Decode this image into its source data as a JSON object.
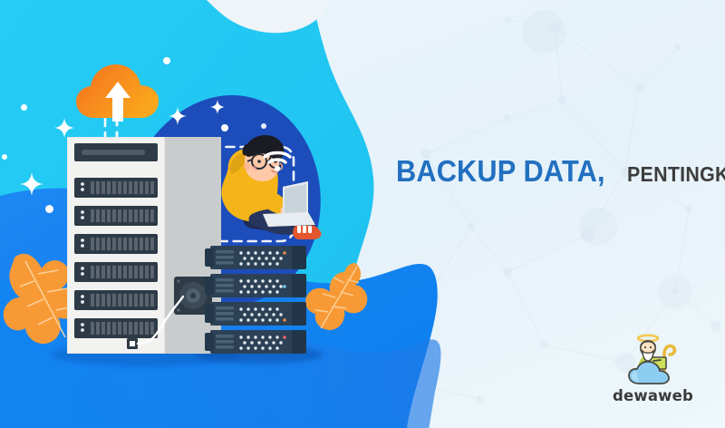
{
  "banner": {
    "headline": {
      "primary": "BACKUP DATA,",
      "secondary": "PENTINGKAH?",
      "primary_color": "#2270c0",
      "secondary_color": "#3c3c3c"
    },
    "brand": {
      "name": "dewaweb",
      "text_color": "#3a3a3a",
      "cloud_color": "#8ecdf2",
      "halo_color": "#f2c94c",
      "robe_color": "#b9cf4a",
      "staff_color": "#e8b93c"
    },
    "palette": {
      "cyan": "#22c6f2",
      "blue": "#0b8cf0",
      "navy_blob": "#1b4bb5",
      "deep_blue": "#1769e0",
      "pale_bg": "#e9f4fb",
      "orange": "#f58220",
      "orange_light": "#faa21b",
      "leaf": "#f79a36",
      "rack_light": "#f0f0ee",
      "rack_gray": "#c9cccd",
      "server_dark": "#2e3a45",
      "stack_dark": "#2b3f55",
      "hoodie": "#f5b519",
      "pants": "#1f2b52",
      "shoe": "#e4572e",
      "skin": "#ffc9a8",
      "hair": "#1b1b24"
    },
    "icons": {
      "cloud_upload": "cloud-upload-icon",
      "wifi": "wifi-icon",
      "fan": "fan-icon",
      "sparkle": "sparkle-icon",
      "leaf": "leaf-icon",
      "laptop": "laptop-icon",
      "server_rack": "server-rack-icon",
      "server_stack": "server-stack-icon",
      "person": "person-with-laptop-icon",
      "sage": "sage-mascot-icon"
    },
    "illustration": {
      "rack_units": 7,
      "stack_units": 4,
      "leaves": 2,
      "sparkles": 4
    }
  }
}
